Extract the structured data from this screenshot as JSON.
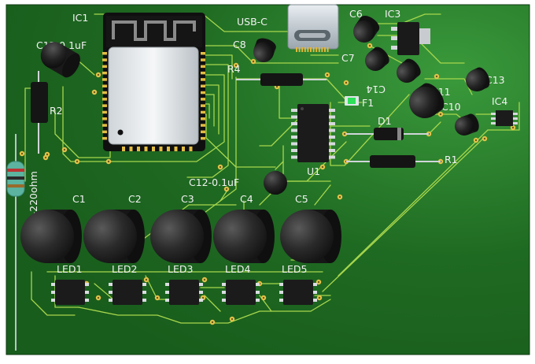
{
  "board": {
    "color_main": "#1f6a22",
    "color_light": "#2f8a30",
    "color_dark": "#0f3f13",
    "trace_color": "#a7d64d",
    "silk_color": "#f2f2f2",
    "pad_color": "#e6c34a"
  },
  "labels": {
    "ic1": "IC1",
    "usbc": "USB-C",
    "c6": "C6",
    "ic3": "IC3",
    "c8": "C8",
    "c7": "C7",
    "c14": "C14",
    "c11": "C11",
    "c13": "C13",
    "c10": "C10",
    "ic4": "IC4",
    "r4": "R4",
    "f1": "F1",
    "d1": "D1",
    "r1": "R1",
    "u1": "U1",
    "c12_top": "C12-0.1uF",
    "c12_mid": "C12-0.1uF",
    "r2": "R2",
    "r3": "R3-220ohm",
    "c1": "C1",
    "c2": "C2",
    "c3": "C3",
    "c4": "C4",
    "c5": "C5",
    "led1": "LED1",
    "led2": "LED2",
    "led3": "LED3",
    "led4": "LED4",
    "led5": "LED5"
  },
  "icons": {
    "antenna": "esp32-antenna-icon",
    "module": "esp32-module-icon"
  }
}
